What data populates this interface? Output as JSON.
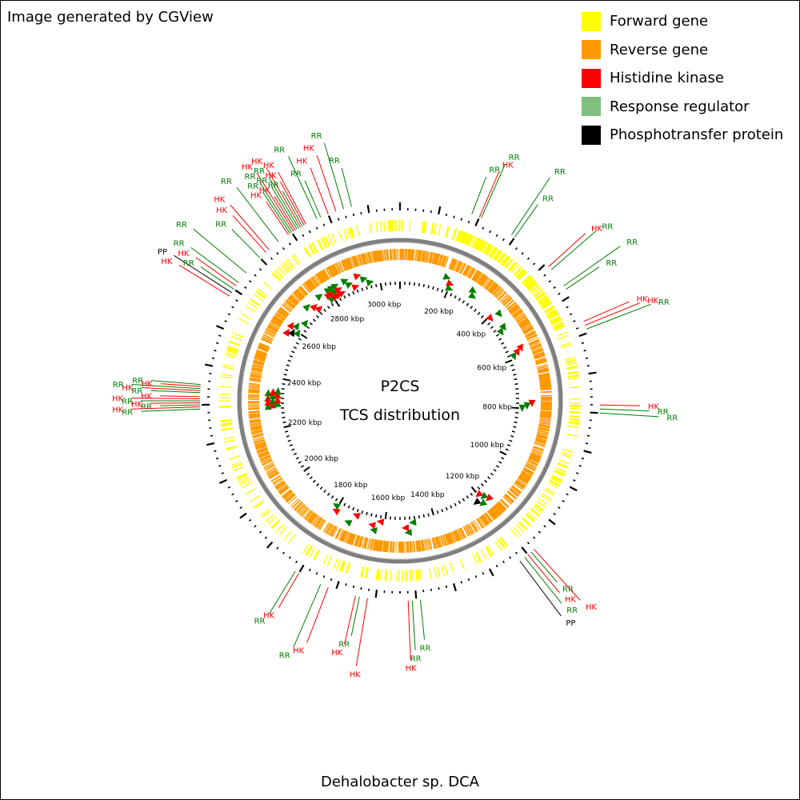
{
  "captions": {
    "top": "Image generated by CGView",
    "bottom": "Dehalobacter sp. DCA"
  },
  "center": {
    "line1": "P2CS",
    "line2": "TCS distribution"
  },
  "legend": [
    {
      "label": "Forward gene",
      "color": "#ffff00"
    },
    {
      "label": "Reverse gene",
      "color": "#ff9900"
    },
    {
      "label": "Histidine kinase",
      "color": "#ff0000"
    },
    {
      "label": "Response regulator",
      "color": "#7fbf7f"
    },
    {
      "label": "Phosphotransfer protein",
      "color": "#000000"
    }
  ],
  "colors": {
    "hk": "#ff0000",
    "rr": "#007f00",
    "pp": "#000000",
    "forward": "#ffff00",
    "reverse": "#ff9900",
    "backbone": "#7f7f7f"
  },
  "map": {
    "genome_length_kbp": 3080,
    "tick_labels": [
      "200 kbp",
      "400 kbp",
      "600 kbp",
      "800 kbp",
      "1000 kbp",
      "1200 kbp",
      "1400 kbp",
      "1600 kbp",
      "1800 kbp",
      "2000 kbp",
      "2200 kbp",
      "2400 kbp",
      "2600 kbp",
      "2800 kbp",
      "3000 kbp"
    ],
    "tick_positions_kbp": [
      200,
      400,
      600,
      800,
      1000,
      1200,
      1400,
      1600,
      1800,
      2000,
      2200,
      2400,
      2600,
      2800,
      3000
    ]
  },
  "features": [
    {
      "type": "RR",
      "kbp": 180
    },
    {
      "type": "HK",
      "kbp": 200
    },
    {
      "type": "RR",
      "kbp": 205
    },
    {
      "type": "RR",
      "kbp": 290
    },
    {
      "type": "RR",
      "kbp": 300
    },
    {
      "type": "HK",
      "kbp": 410
    },
    {
      "type": "RR",
      "kbp": 420
    },
    {
      "type": "RR",
      "kbp": 470
    },
    {
      "type": "RR",
      "kbp": 480
    },
    {
      "type": "HK",
      "kbp": 570
    },
    {
      "type": "HK",
      "kbp": 580
    },
    {
      "type": "RR",
      "kbp": 590
    },
    {
      "type": "HK",
      "kbp": 780
    },
    {
      "type": "RR",
      "kbp": 790
    },
    {
      "type": "RR",
      "kbp": 800
    },
    {
      "type": "HK",
      "kbp": 1180
    },
    {
      "type": "RR",
      "kbp": 1190
    },
    {
      "type": "HK",
      "kbp": 1200
    },
    {
      "type": "RR",
      "kbp": 1210
    },
    {
      "type": "PP",
      "kbp": 1225
    },
    {
      "type": "RR",
      "kbp": 1490
    },
    {
      "type": "RR",
      "kbp": 1510
    },
    {
      "type": "HK",
      "kbp": 1520
    },
    {
      "type": "HK",
      "kbp": 1620
    },
    {
      "type": "RR",
      "kbp": 1640
    },
    {
      "type": "HK",
      "kbp": 1650
    },
    {
      "type": "HK",
      "kbp": 1720
    },
    {
      "type": "RR",
      "kbp": 1740
    },
    {
      "type": "HK",
      "kbp": 1800
    },
    {
      "type": "RR",
      "kbp": 1810
    },
    {
      "type": "RR",
      "kbp": 2290
    },
    {
      "type": "HK",
      "kbp": 2295
    },
    {
      "type": "RR",
      "kbp": 2300
    },
    {
      "type": "HK",
      "kbp": 2305
    },
    {
      "type": "RR",
      "kbp": 2310
    },
    {
      "type": "HK",
      "kbp": 2315
    },
    {
      "type": "HK",
      "kbp": 2320
    },
    {
      "type": "RR",
      "kbp": 2330
    },
    {
      "type": "HK",
      "kbp": 2335
    },
    {
      "type": "RR",
      "kbp": 2340
    },
    {
      "type": "HK",
      "kbp": 2345
    },
    {
      "type": "RR",
      "kbp": 2350
    },
    {
      "type": "HK",
      "kbp": 2580
    },
    {
      "type": "PP",
      "kbp": 2590
    },
    {
      "type": "RR",
      "kbp": 2600
    },
    {
      "type": "HK",
      "kbp": 2610
    },
    {
      "type": "RR",
      "kbp": 2620
    },
    {
      "type": "RR",
      "kbp": 2650
    },
    {
      "type": "RR",
      "kbp": 2700
    },
    {
      "type": "HK",
      "kbp": 2720
    },
    {
      "type": "HK",
      "kbp": 2730
    },
    {
      "type": "RR",
      "kbp": 2760
    },
    {
      "type": "HK",
      "kbp": 2790
    },
    {
      "type": "RR",
      "kbp": 2795
    },
    {
      "type": "RR",
      "kbp": 2800
    },
    {
      "type": "HK",
      "kbp": 2805
    },
    {
      "type": "HK",
      "kbp": 2810
    },
    {
      "type": "RR",
      "kbp": 2815
    },
    {
      "type": "RR",
      "kbp": 2820
    },
    {
      "type": "HK",
      "kbp": 2825
    },
    {
      "type": "RR",
      "kbp": 2830
    },
    {
      "type": "HK",
      "kbp": 2835
    },
    {
      "type": "HK",
      "kbp": 2840
    },
    {
      "type": "RR",
      "kbp": 2870
    },
    {
      "type": "RR",
      "kbp": 2880
    },
    {
      "type": "HK",
      "kbp": 2900
    },
    {
      "type": "HK",
      "kbp": 2920
    },
    {
      "type": "RR",
      "kbp": 2940
    },
    {
      "type": "RR",
      "kbp": 2960
    }
  ]
}
